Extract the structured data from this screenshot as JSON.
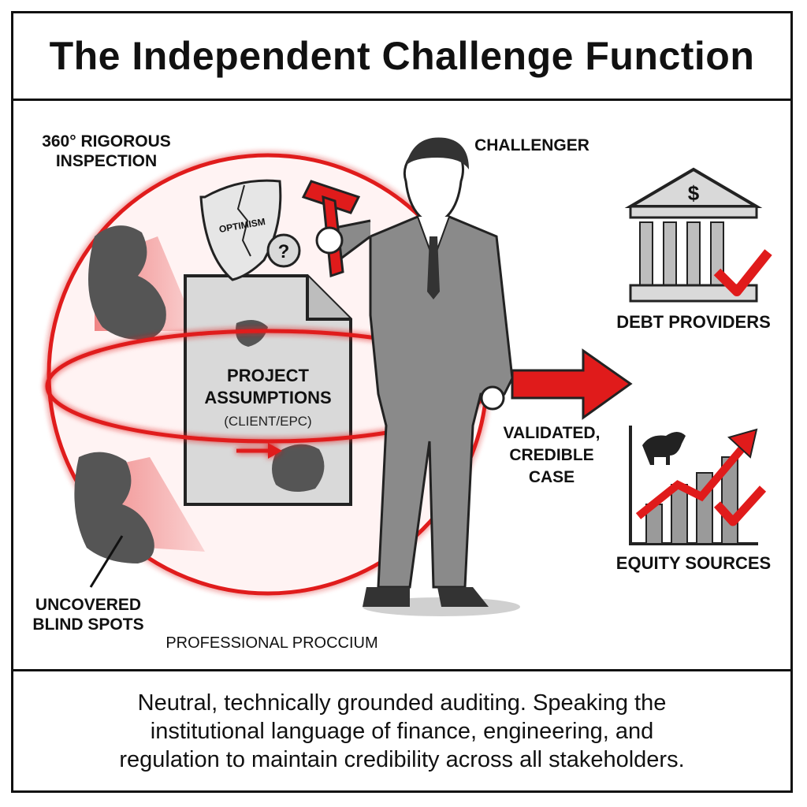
{
  "title": "The Independent Challenge Function",
  "labels": {
    "inspection_line1": "360° RIGOROUS",
    "inspection_line2": "INSPECTION",
    "challenger": "CHALLENGER",
    "optimism": "OPTIMISM",
    "question_mark": "?",
    "document_line1": "PROJECT",
    "document_line2": "ASSUMPTIONS",
    "document_line3": "(CLIENT/EPC)",
    "blind_spots_line1": "UNCOVERED",
    "blind_spots_line2": "BLIND SPOTS",
    "proccium": "PROFESSIONAL PROCCIUM",
    "validated_line1": "VALIDATED,",
    "validated_line2": "CREDIBLE",
    "validated_line3": "CASE",
    "bank_symbol": "$",
    "debt_providers": "DEBT PROVIDERS",
    "equity_sources": "EQUITY SOURCES"
  },
  "caption_lines": [
    "Neutral, technically grounded auditing. Speaking the",
    "institutional language of finance, engineering, and",
    "regulation to maintain credibility across all stakeholders."
  ],
  "icons": [
    "sphere-icon",
    "shield-icon",
    "hammer-icon",
    "document-icon",
    "person-icon",
    "arrow-icon",
    "bank-icon",
    "bull-icon",
    "growth-chart-icon",
    "checkmark-icon"
  ],
  "colors": {
    "accent": "#e01b1b",
    "ink": "#111111",
    "gray": "#6b6b6b",
    "light_gray": "#cfcfcf"
  }
}
